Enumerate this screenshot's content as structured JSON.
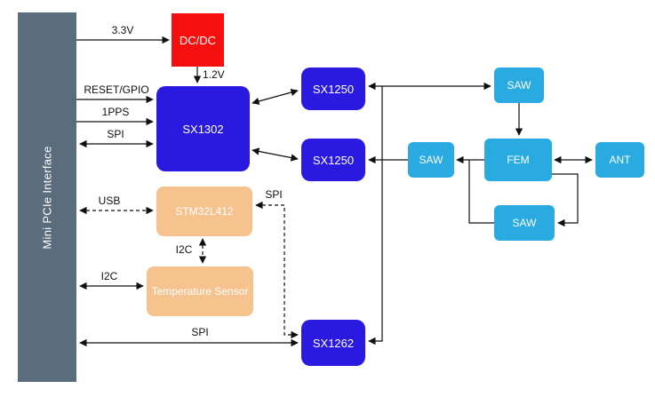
{
  "diagram": {
    "colors": {
      "background": "#ffffff",
      "interface_fill": "#5b6c7d",
      "power_fill": "#f50f0f",
      "digital_fill": "#2a1ae0",
      "rf_fill": "#29abe2",
      "mcu_fill": "#f6c38e",
      "line": "#111111"
    },
    "nodes": {
      "mini_pcie": "Mini PCIe Interface",
      "dcdc": "DC/DC",
      "sx1302": "SX1302",
      "sx1250_top": "SX1250",
      "sx1250_bottom": "SX1250",
      "stm32": "STM32L412",
      "temp_sensor": "Temperature Sensor",
      "sx1262": "SX1262",
      "saw_top": "SAW",
      "saw_mid": "SAW",
      "saw_bottom": "SAW",
      "fem": "FEM",
      "ant": "ANT"
    },
    "labels": {
      "rail_33": "3.3V",
      "rail_12": "1.2V",
      "reset_gpio": "RESET/GPIO",
      "pps": "1PPS",
      "spi_host": "SPI",
      "usb": "USB",
      "i2c_mcu": "I2C",
      "i2c_host": "I2C",
      "spi_mcu": "SPI",
      "spi_sx1262": "SPI"
    }
  }
}
